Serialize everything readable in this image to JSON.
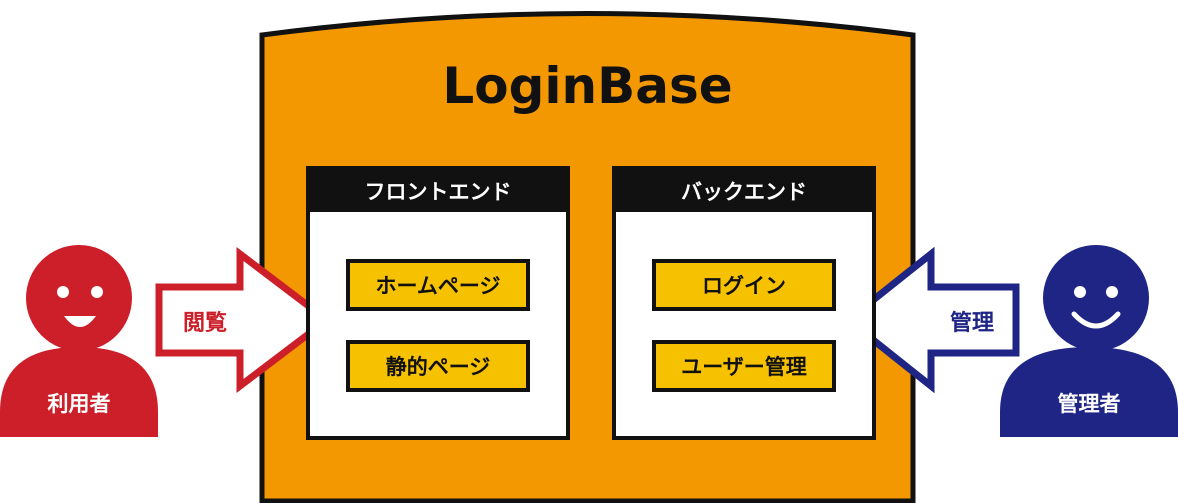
{
  "system": {
    "title": "LoginBase"
  },
  "frontend": {
    "header": "フロントエンド",
    "items": [
      "ホームページ",
      "静的ページ"
    ]
  },
  "backend": {
    "header": "バックエンド",
    "items": [
      "ログイン",
      "ユーザー管理"
    ]
  },
  "user_actor": {
    "label": "利用者",
    "color": "#cc1f29"
  },
  "admin_actor": {
    "label": "管理者",
    "color": "#1e2585"
  },
  "browse_arrow": {
    "label": "閲覧",
    "color": "#cc1f29"
  },
  "manage_arrow": {
    "label": "管理",
    "color": "#1e2585"
  },
  "colors": {
    "container": "#f39800",
    "item": "#f6c200",
    "outline": "#111111"
  }
}
